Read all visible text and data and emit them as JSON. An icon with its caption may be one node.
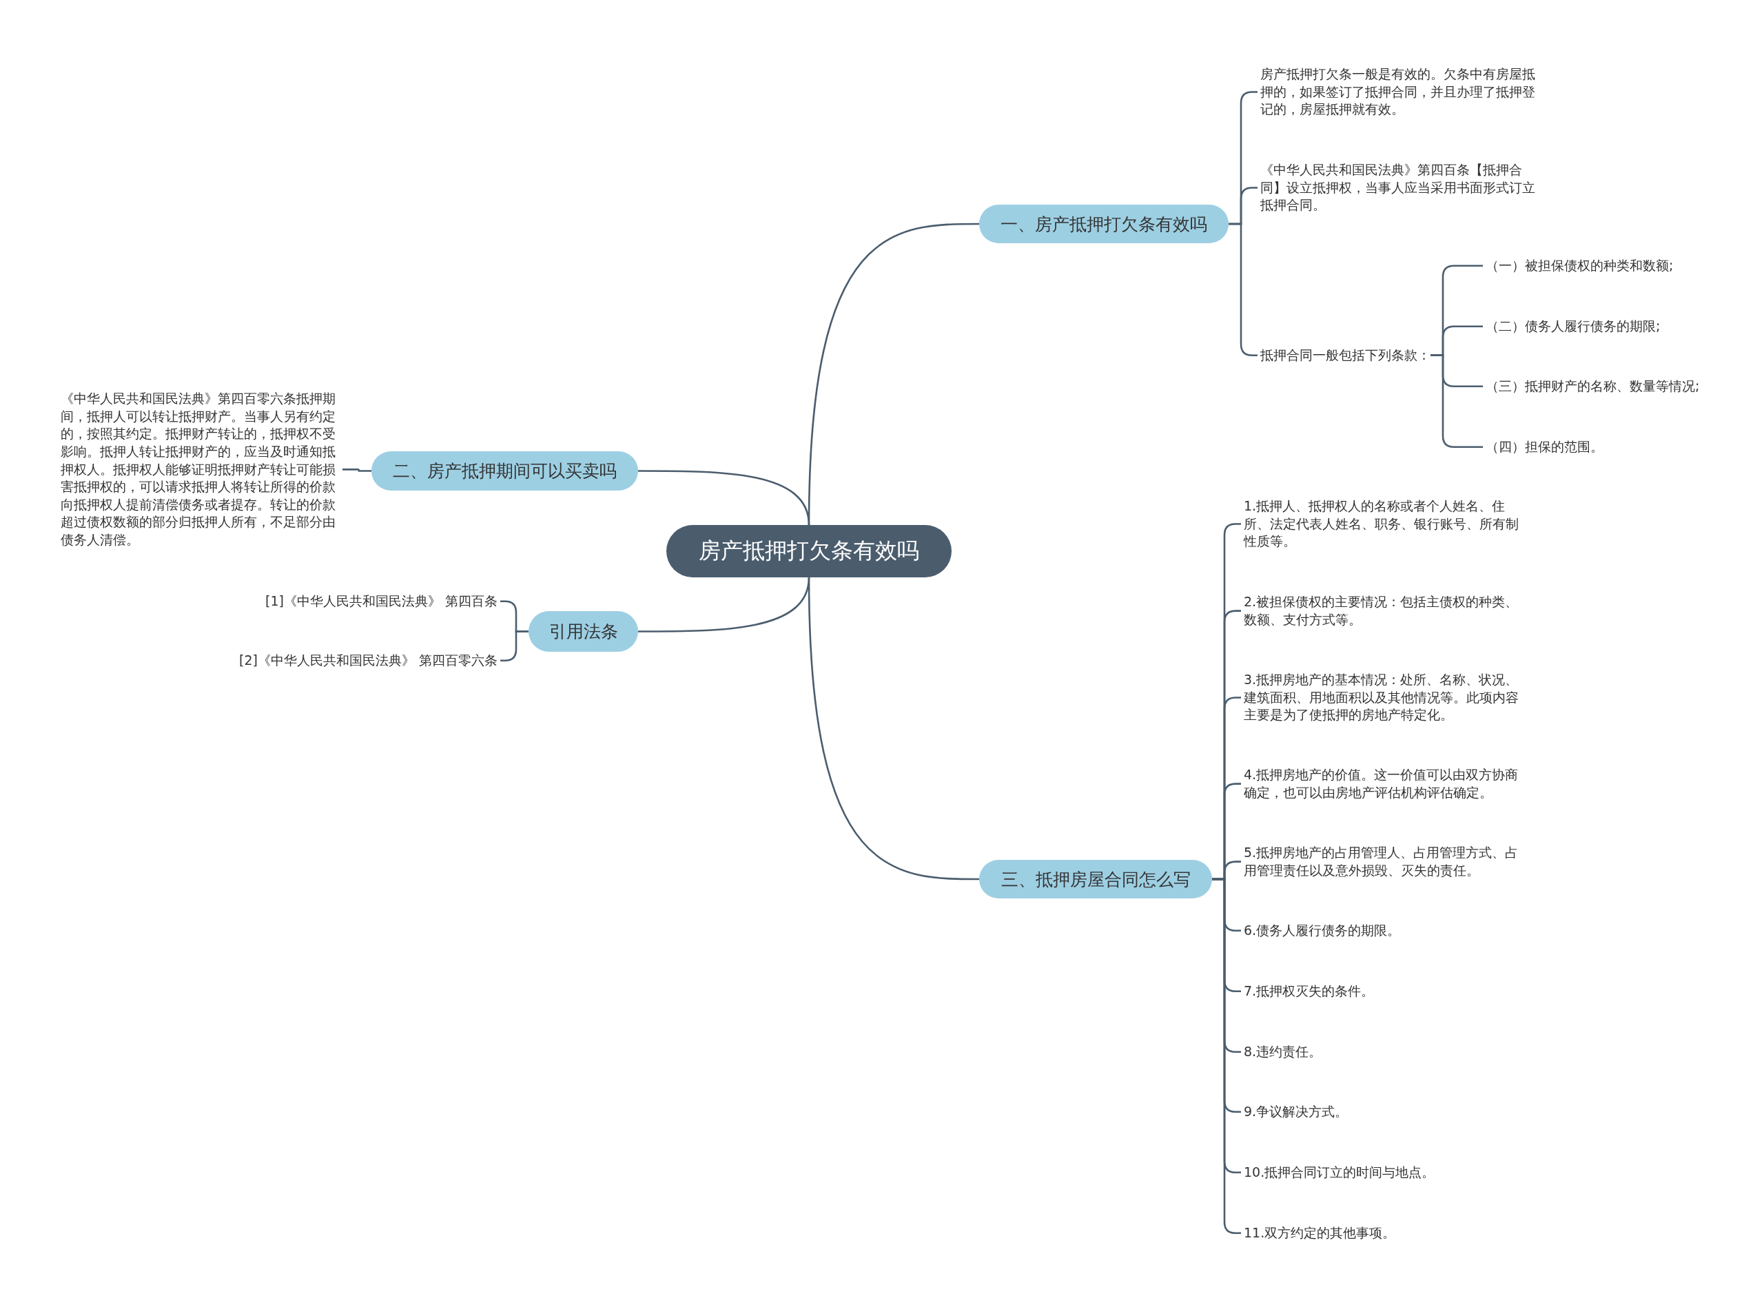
{
  "diagram": {
    "nodes": [
      {
        "text": [
          "房产抵押打欠条有效吗"
        ]
      },
      {
        "text": [
          "一、房产抵押打欠条有效吗"
        ]
      },
      {
        "text": [
          "房产抵押打欠条一般是有效的。欠条中有房屋抵押的，如果签订了抵押合同，并且办理了抵押登记的，房屋抵押就有效。"
        ]
      },
      {
        "text": [
          "《中华人民共和国民法典》第四百条【抵押合同】设立抵押权，当事人应当采用书面形式订立抵押合同。"
        ]
      },
      {
        "text": [
          "抵押合同一般包括下列条款："
        ]
      },
      {
        "text": [
          "（一）被担保债权的种类和数额;"
        ]
      },
      {
        "text": [
          "（二）债务人履行债务的期限;"
        ]
      },
      {
        "text": [
          "（三）抵押财产的名称、数量等情况;"
        ]
      },
      {
        "text": [
          "（四）担保的范围。"
        ]
      },
      {
        "text": [
          "二、房产抵押期间可以买卖吗"
        ]
      },
      {
        "text": [
          "《中华人民共和国民法典》第四百零六条抵押期间，抵押人可以转让抵押财产。当事人另有约定的，按照其约定。抵押财产转让的，抵押权不受影响。抵押人转让抵押财产的，应当及时通知抵押权人。抵押权人能够证明抵押财产转让可能损害抵押权的，可以请求抵押人将转让所得的价款向抵押权人提前清偿债务或者提存。转让的价款超过债权数额的部分归抵押人所有，不足部分由债务人清偿。"
        ]
      },
      {
        "text": [
          "引用法条"
        ]
      },
      {
        "text": [
          "[1]《中华人民共和国民法典》 第四百条"
        ]
      },
      {
        "text": [
          "[2]《中华人民共和国民法典》 第四百零六条"
        ]
      },
      {
        "text": [
          "三、抵押房屋合同怎么写"
        ]
      },
      {
        "text": [
          "1.抵押人、抵押权人的名称或者个人姓名、住所、法定代表人姓名、职务、银行账号、所有制性质等。"
        ]
      },
      {
        "text": [
          "2.被担保债权的主要情况：包括主债权的种类、数额、支付方式等。"
        ]
      },
      {
        "text": [
          "3.抵押房地产的基本情况：处所、名称、状况、建筑面积、用地面积以及其他情况等。此项内容主要是为了使抵押的房地产特定化。"
        ]
      },
      {
        "text": [
          "4.抵押房地产的价值。这一价值可以由双方协商确定，也可以由房地产评估机构评估确定。"
        ]
      },
      {
        "text": [
          "5.抵押房地产的占用管理人、占用管理方式、占用管理责任以及意外损毁、灭失的责任。"
        ]
      },
      {
        "text": [
          "6.债务人履行债务的期限。"
        ]
      },
      {
        "text": [
          "7.抵押权灭失的条件。"
        ]
      },
      {
        "text": [
          "8.违约责任。"
        ]
      },
      {
        "text": [
          "9.争议解决方式。"
        ]
      },
      {
        "text": [
          "10.抵押合同订立的时间与地点。"
        ]
      },
      {
        "text": [
          "11.双方约定的其他事项。"
        ]
      }
    ],
    "edges": [
      {
        "from": 0,
        "to": 1,
        "arrow": "none"
      },
      {
        "from": 1,
        "to": 2,
        "arrow": "none"
      },
      {
        "from": 1,
        "to": 3,
        "arrow": "none"
      },
      {
        "from": 1,
        "to": 4,
        "arrow": "none"
      },
      {
        "from": 4,
        "to": 5,
        "arrow": "none"
      },
      {
        "from": 4,
        "to": 6,
        "arrow": "none"
      },
      {
        "from": 4,
        "to": 7,
        "arrow": "none"
      },
      {
        "from": 4,
        "to": 8,
        "arrow": "none"
      },
      {
        "from": 0,
        "to": 9,
        "arrow": "none"
      },
      {
        "from": 9,
        "to": 10,
        "arrow": "none"
      },
      {
        "from": 0,
        "to": 11,
        "arrow": "none"
      },
      {
        "from": 11,
        "to": 12,
        "arrow": "none"
      },
      {
        "from": 11,
        "to": 13,
        "arrow": "none"
      },
      {
        "from": 0,
        "to": 14,
        "arrow": "none"
      },
      {
        "from": 14,
        "to": 15,
        "arrow": "none"
      },
      {
        "from": 14,
        "to": 16,
        "arrow": "none"
      },
      {
        "from": 14,
        "to": 17,
        "arrow": "none"
      },
      {
        "from": 14,
        "to": 18,
        "arrow": "none"
      },
      {
        "from": 14,
        "to": 19,
        "arrow": "none"
      },
      {
        "from": 14,
        "to": 20,
        "arrow": "none"
      },
      {
        "from": 14,
        "to": 21,
        "arrow": "none"
      },
      {
        "from": 14,
        "to": 22,
        "arrow": "none"
      },
      {
        "from": 14,
        "to": 23,
        "arrow": "none"
      },
      {
        "from": 14,
        "to": 24,
        "arrow": "none"
      },
      {
        "from": 14,
        "to": 25,
        "arrow": "none"
      }
    ]
  }
}
